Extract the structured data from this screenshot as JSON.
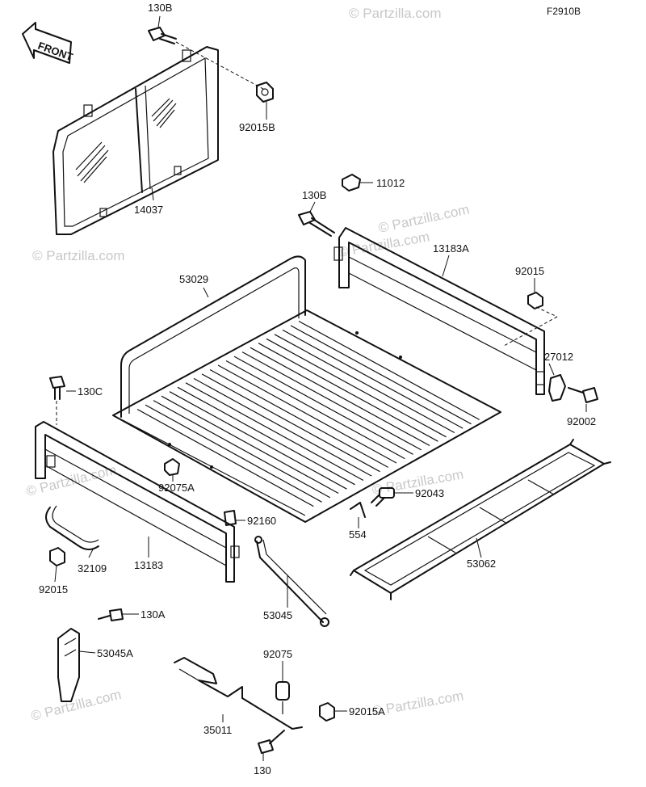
{
  "diagram": {
    "figure_code": "F2910B",
    "front_arrow_label": "FRONT",
    "watermarks": [
      "© Partzilla.com",
      "© Partzilla.com",
      "© Partzilla.com",
      "© Partzilla.com",
      "© Partzilla.com",
      "© Partzilla.com",
      "© Partzilla.com",
      "© Partzilla.com"
    ],
    "callouts": [
      {
        "id": "130B_top",
        "label": "130B"
      },
      {
        "id": "92015B",
        "label": "92015B"
      },
      {
        "id": "14037",
        "label": "14037"
      },
      {
        "id": "11012",
        "label": "11012"
      },
      {
        "id": "130B_mid",
        "label": "130B"
      },
      {
        "id": "13183A",
        "label": "13183A"
      },
      {
        "id": "53029",
        "label": "53029"
      },
      {
        "id": "92015_right",
        "label": "92015"
      },
      {
        "id": "27012",
        "label": "27012"
      },
      {
        "id": "130C",
        "label": "130C"
      },
      {
        "id": "92002",
        "label": "92002"
      },
      {
        "id": "92075A",
        "label": "92075A"
      },
      {
        "id": "92043",
        "label": "92043"
      },
      {
        "id": "92160",
        "label": "92160"
      },
      {
        "id": "554",
        "label": "554"
      },
      {
        "id": "32109",
        "label": "32109"
      },
      {
        "id": "13183",
        "label": "13183"
      },
      {
        "id": "53062",
        "label": "53062"
      },
      {
        "id": "92015_left",
        "label": "92015"
      },
      {
        "id": "53045",
        "label": "53045"
      },
      {
        "id": "130A",
        "label": "130A"
      },
      {
        "id": "53045A",
        "label": "53045A"
      },
      {
        "id": "92075",
        "label": "92075"
      },
      {
        "id": "92015A",
        "label": "92015A"
      },
      {
        "id": "35011",
        "label": "35011"
      },
      {
        "id": "130",
        "label": "130"
      }
    ]
  }
}
